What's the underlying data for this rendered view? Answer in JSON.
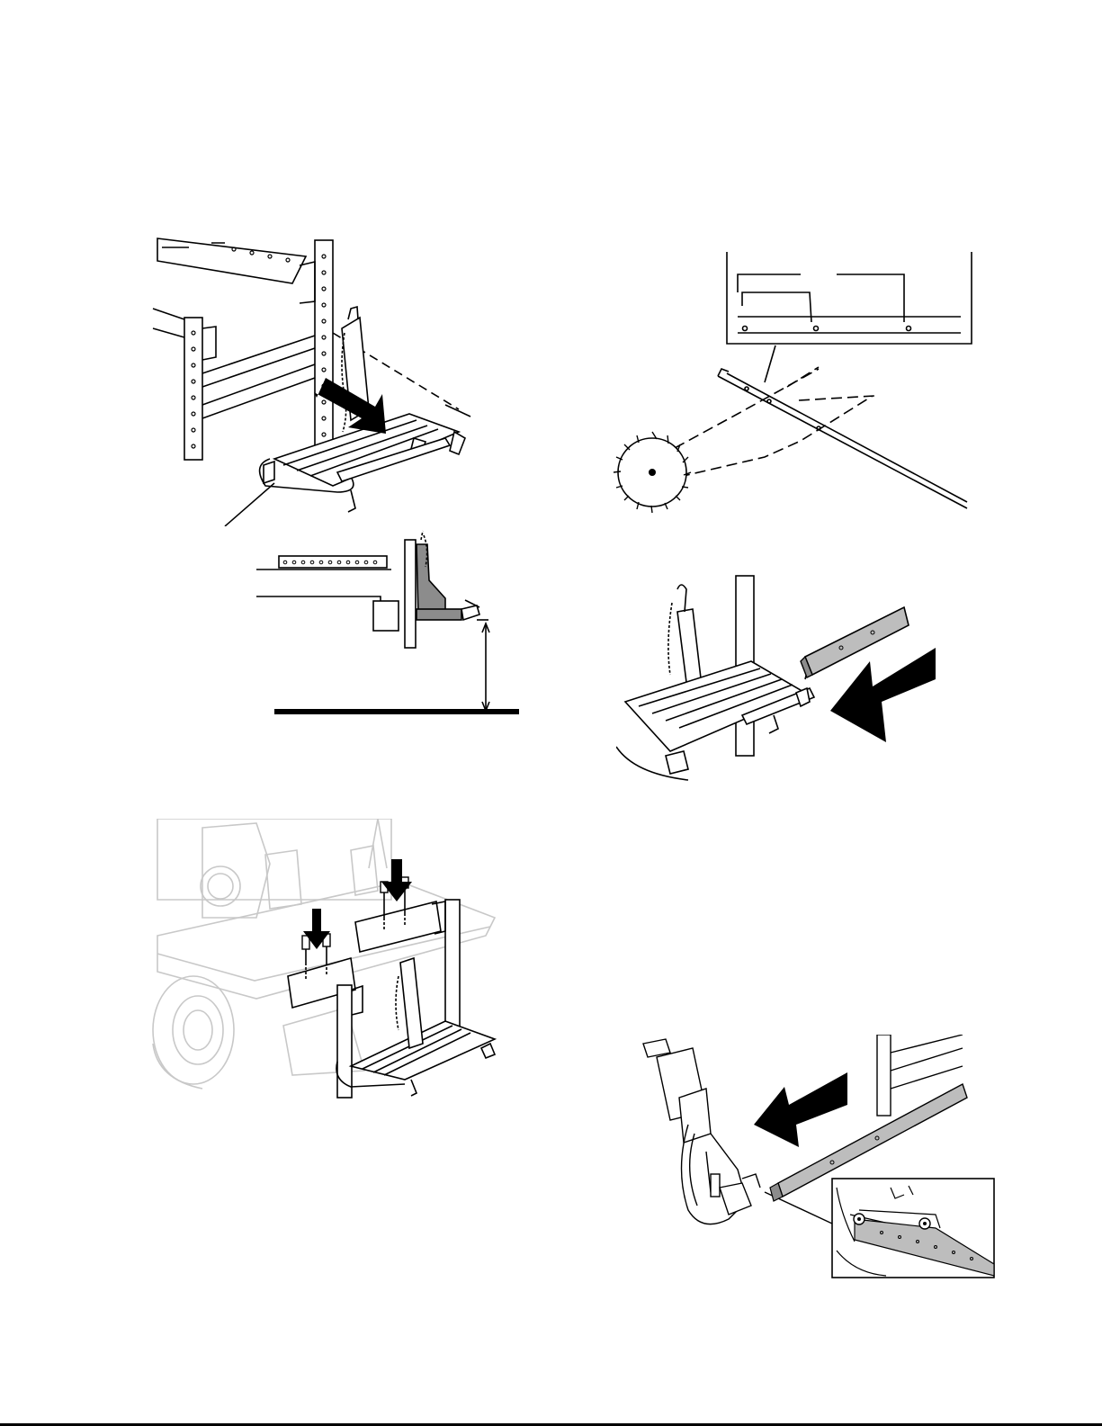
{
  "page": {
    "colors": {
      "ink": "#000000",
      "paper": "#ffffff",
      "shade": "#8c8c8c",
      "ghost": "#c8c8c8"
    }
  },
  "figures": [
    {
      "id": "fig-table-mount",
      "icon": "table-extension-mount-illustration"
    },
    {
      "id": "fig-side-view",
      "icon": "table-height-side-view-diagram"
    },
    {
      "id": "fig-trimmer-bar",
      "icon": "trimmer-bar-saw-blade-detail-illustration"
    },
    {
      "id": "fig-bar-insert",
      "icon": "trimmer-bar-insertion-illustration"
    },
    {
      "id": "fig-bolt-mount",
      "icon": "table-bolting-to-frame-illustration"
    },
    {
      "id": "fig-trimmer-slide",
      "icon": "trimmer-carriage-slide-on-bar-illustration"
    }
  ]
}
